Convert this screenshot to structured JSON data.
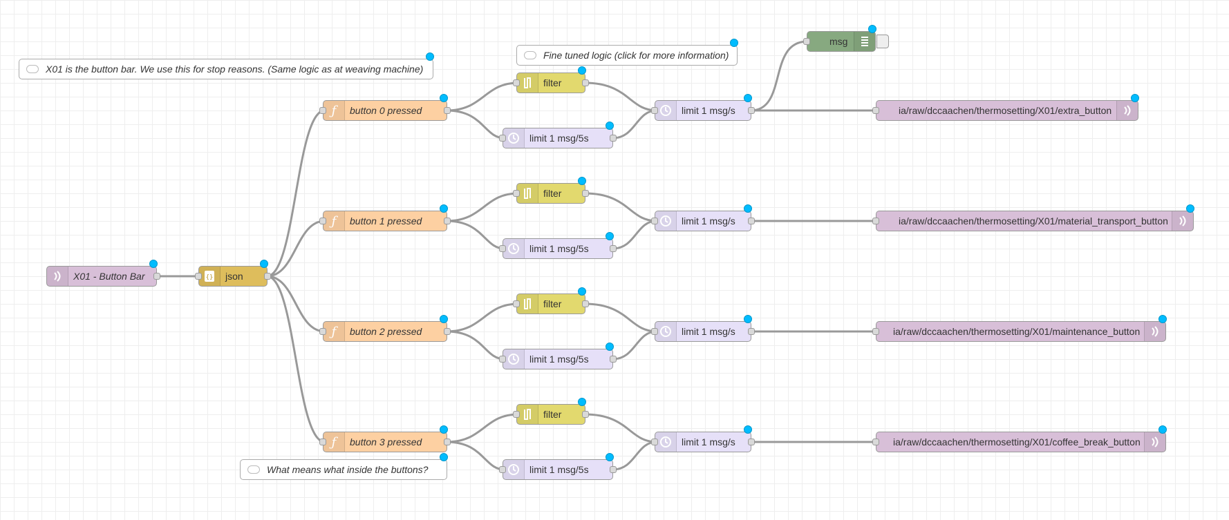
{
  "comments": {
    "button_bar": "X01 is the button bar. We use this for stop reasons. (Same logic as at weaving machine)",
    "fine_tuned": "Fine tuned logic (click for more information)",
    "what_means": "What means what inside the buttons?"
  },
  "input": {
    "label": "X01 - Button Bar",
    "icon": "mqtt-icon"
  },
  "json": {
    "label": "json",
    "icon": "json-icon"
  },
  "debug": {
    "label": "msg",
    "icon": "debug-list-icon"
  },
  "buttons": [
    {
      "label": "button 0 pressed"
    },
    {
      "label": "button 1 pressed"
    },
    {
      "label": "button 2 pressed"
    },
    {
      "label": "button 3 pressed"
    }
  ],
  "filters": [
    {
      "label": "filter"
    },
    {
      "label": "filter"
    },
    {
      "label": "filter"
    },
    {
      "label": "filter"
    }
  ],
  "delays_5s": [
    {
      "label": "limit 1 msg/5s"
    },
    {
      "label": "limit 1 msg/5s"
    },
    {
      "label": "limit 1 msg/5s"
    },
    {
      "label": "limit 1 msg/5s"
    }
  ],
  "delays_1s": [
    {
      "label": "limit 1 msg/s"
    },
    {
      "label": "limit 1 msg/s"
    },
    {
      "label": "limit 1 msg/s"
    },
    {
      "label": "limit 1 msg/s"
    }
  ],
  "outputs": [
    {
      "label": "ia/raw/dccaachen/thermosetting/X01/extra_button"
    },
    {
      "label": "ia/raw/dccaachen/thermosetting/X01/material_transport_button"
    },
    {
      "label": "ia/raw/dccaachen/thermosetting/X01/maintenance_button"
    },
    {
      "label": "ia/raw/dccaachen/thermosetting/X01/coffee_break_button"
    }
  ],
  "colors": {
    "mqtt": "#d8bfd8",
    "json": "#debd5c",
    "function": "#fdd0a2",
    "filter": "#e2d96e",
    "delay": "#e6e0f8",
    "debug": "#87a980",
    "changed_indicator": "#00bcff",
    "wire": "#999999"
  }
}
